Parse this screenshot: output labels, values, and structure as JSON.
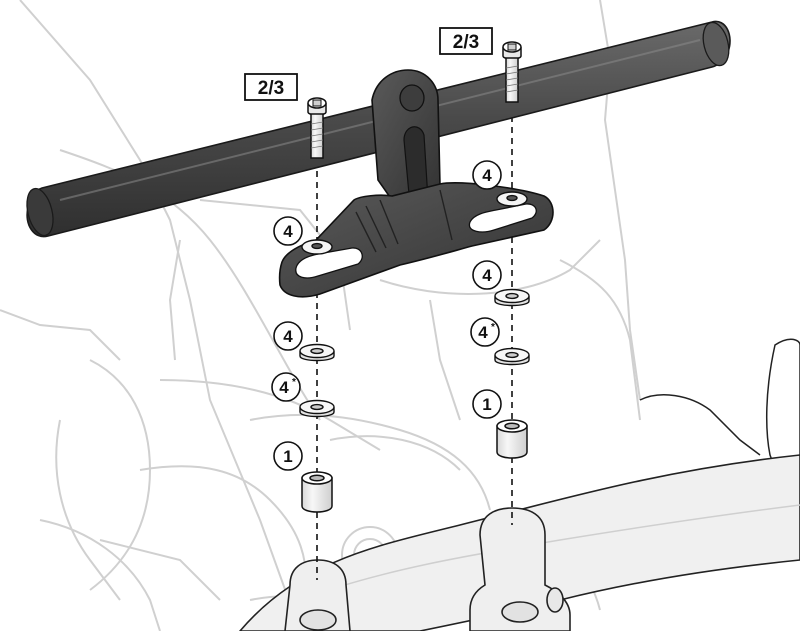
{
  "labels": {
    "bolt_left": "2/3",
    "bolt_right": "2/3",
    "left_stack": [
      "4",
      "4",
      "4",
      "1"
    ],
    "right_stack": [
      "4",
      "4",
      "4",
      "1"
    ],
    "asterisk": "*"
  },
  "colors": {
    "bar": "#4a4a4a",
    "bar_dark": "#2e2e2e",
    "background_line": "#d4d4d4",
    "part_fill": "#efefef",
    "outline": "#222222"
  },
  "icons": [
    "bolt-icon",
    "washer-icon",
    "spacer-icon",
    "bracket-icon",
    "crossbar-icon"
  ]
}
